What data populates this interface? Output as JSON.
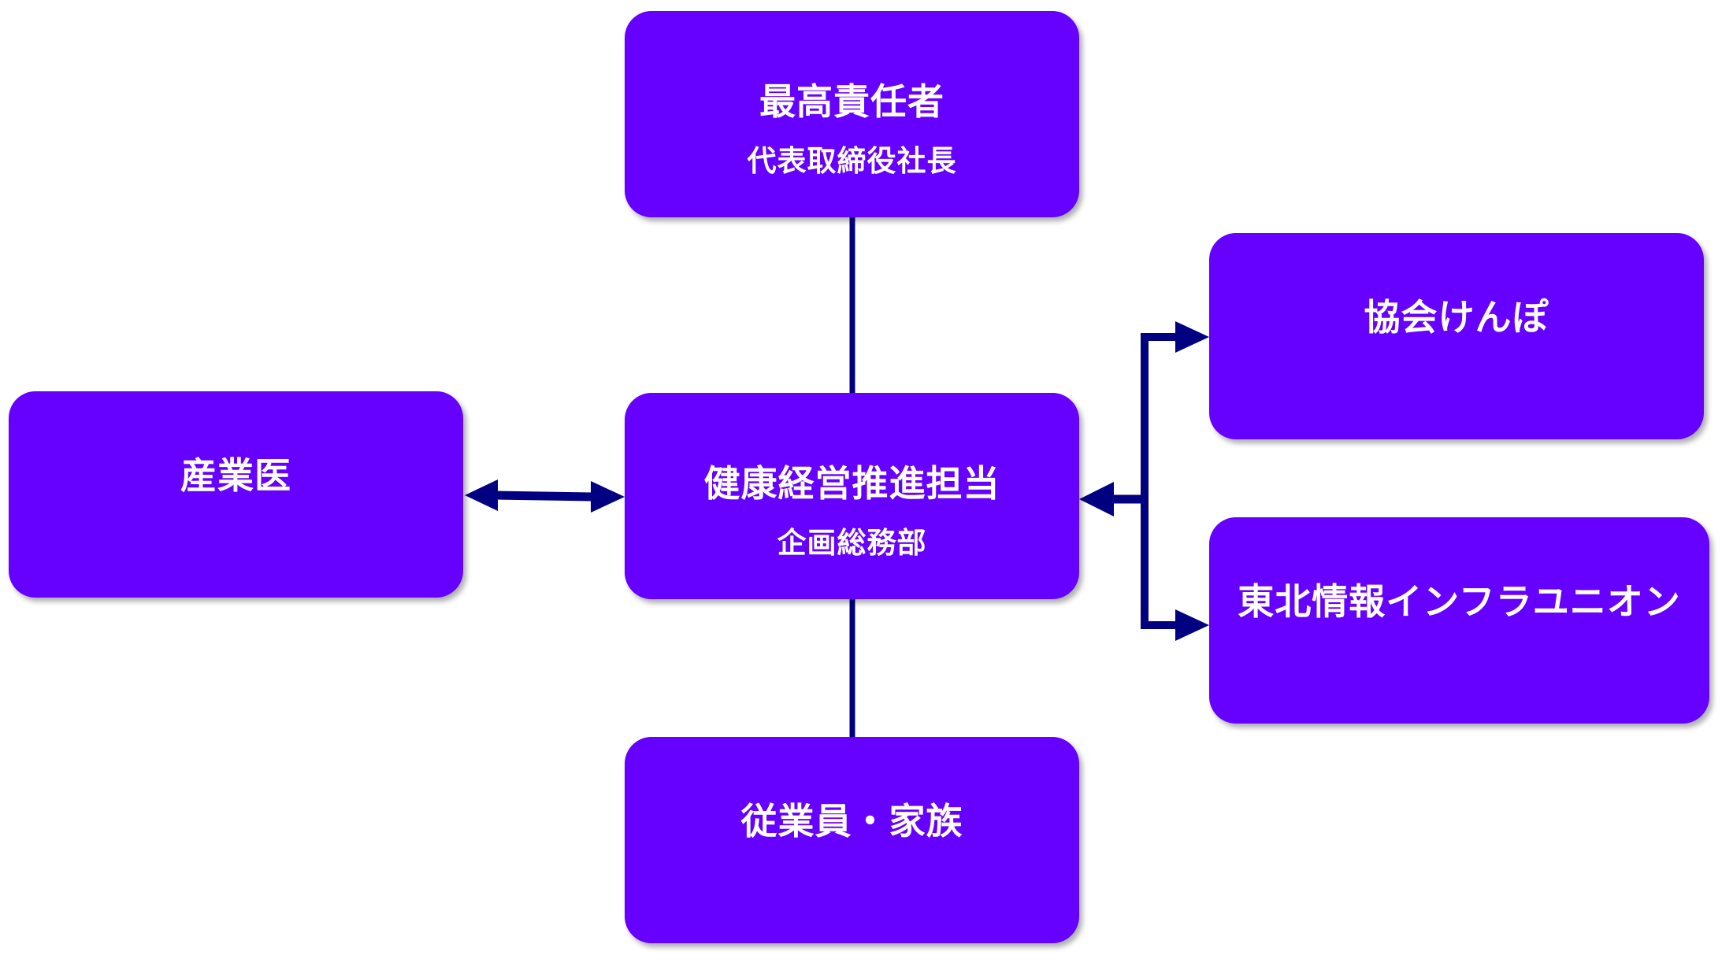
{
  "theme": {
    "box_color": "#6600ff",
    "text_color": "#ffffff",
    "connector_color": "#000080"
  },
  "nodes": {
    "top": {
      "title": "最高責任者",
      "subtitle": "代表取締役社長"
    },
    "center": {
      "title": "健康経営推進担当",
      "subtitle": "企画総務部"
    },
    "left": {
      "title": "産業医"
    },
    "bottom": {
      "title": "従業員・家族"
    },
    "right_1": {
      "title": "協会けんぽ"
    },
    "right_2": {
      "title": "東北情報インフラユニオン"
    }
  }
}
